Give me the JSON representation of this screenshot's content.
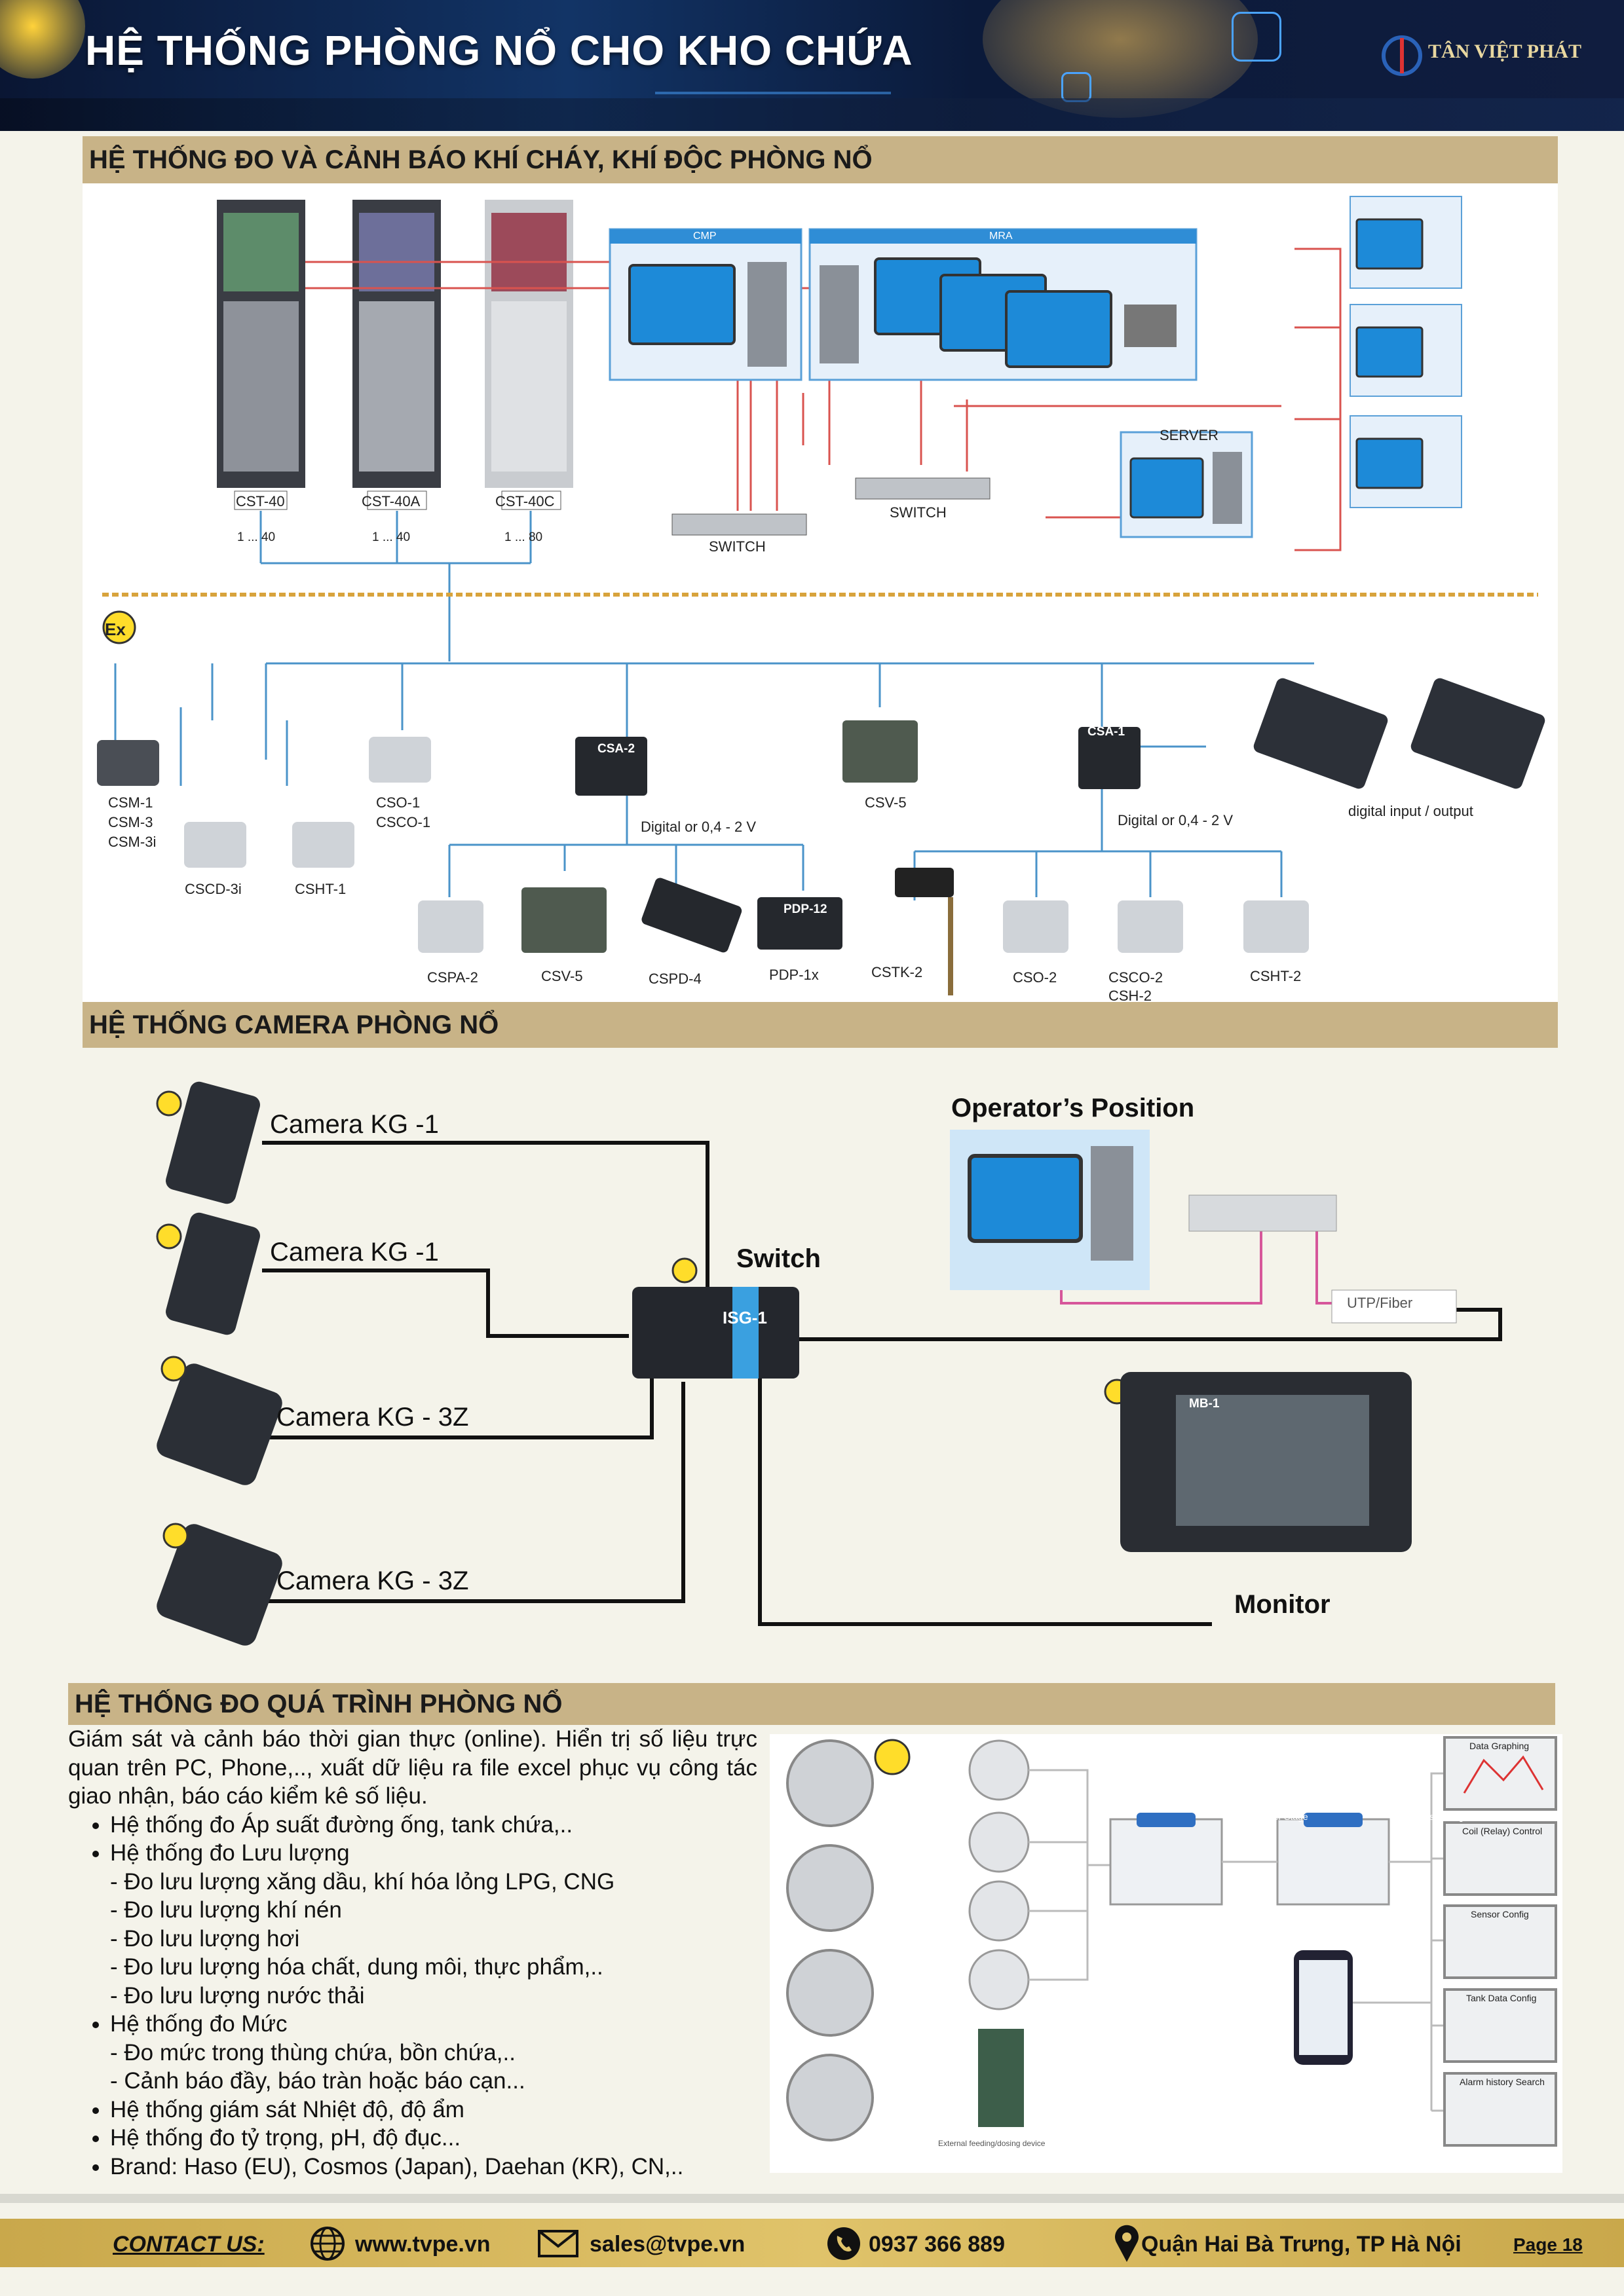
{
  "header": {
    "title": "HỆ THỐNG PHÒNG NỔ CHO KHO CHỨA",
    "brand": "TÂN VIỆT PHÁT"
  },
  "section1": {
    "title": "HỆ THỐNG ĐO VÀ CẢNH BÁO KHÍ CHÁY, KHÍ ĐỘC PHÒNG NỔ",
    "cabinets": [
      {
        "name": "CST-40",
        "range": "1 ... 40"
      },
      {
        "name": "CST-40A",
        "range": "1 ... 40"
      },
      {
        "name": "CST-40C",
        "range": "1 ... 80"
      }
    ],
    "cmp": "CMP",
    "mra": "MRA",
    "server": "SERVER",
    "switch1": "SWITCH",
    "switch2": "SWITCH",
    "ex": "Ex",
    "devices_top": [
      "CSM-1",
      "CSM-3",
      "CSM-3i",
      "CSO-1",
      "CSCO-1",
      "CSCD-3i",
      "CSHT-1",
      "CSA-2",
      "CSV-5",
      "CSA-1"
    ],
    "digital1": "Digital or 0,4 - 2 V",
    "digital2": "Digital or 0,4 - 2 V",
    "digital_io": "digital input / output",
    "devices_bottom": [
      "CSPA-2",
      "CSV-5",
      "CSPD-4",
      "PDP-1x",
      "CSTK-2",
      "CSO-2",
      "CSCO-2",
      "CSH-2",
      "CSHT-2"
    ],
    "pdp_tag": "PDP-12"
  },
  "section2": {
    "title": "HỆ THỐNG CAMERA PHÒNG NỔ",
    "cameras": [
      "Camera KG -1",
      "Camera KG -1",
      "Camera KG - 3Z",
      "Camera KG - 3Z"
    ],
    "operator": "Operator’s Position",
    "switch": "Switch",
    "isg": "ISG-1",
    "utp": "UTP/Fiber",
    "monitor": "Monitor",
    "monitor_tag": "MB-1"
  },
  "section3": {
    "title": "HỆ THỐNG ĐO QUÁ TRÌNH PHÒNG NỔ",
    "intro": "Giám sát và cảnh báo thời gian thực (online). Hiển trị số liệu trực quan trên PC, Phone,.., xuất dữ liệu ra file excel phục vụ công tác giao nhận, báo cáo kiểm kê số liệu.",
    "bullets": [
      {
        "text": "Hệ thống đo Áp suất đường ống, tank chứa,..",
        "sub": []
      },
      {
        "text": "Hệ thống đo Lưu lượng",
        "sub": [
          "- Đo lưu lượng xăng dầu, khí hóa lỏng LPG, CNG",
          "- Đo lưu lượng khí nén",
          "- Đo lưu lượng hơi",
          "- Đo lưu lượng hóa chất, dung môi, thực phẩm,..",
          "- Đo lưu lượng nước thải"
        ]
      },
      {
        "text": "Hệ thống đo Mức",
        "sub": [
          "- Đo mức trong thùng chứa, bồn chứa,..",
          "- Cảnh báo đầy, báo tràn hoặc báo cạn..."
        ]
      },
      {
        "text": "Hệ thống giám sát Nhiệt độ, độ ẩm",
        "sub": []
      },
      {
        "text": "Hệ thống đo tỷ trọng, pH, độ đục...",
        "sub": []
      },
      {
        "text": "Brand: Haso (EU), Cosmos (Japan), Daehan (KR), CN,..",
        "sub": []
      }
    ],
    "diagram": {
      "server_stage": "Server Stage",
      "user_stage": "User Stage",
      "right_boxes": [
        "Data Graphing",
        "Coil (Relay) Control",
        "Sensor Config",
        "Tank Data Config",
        "Alarm history Search"
      ],
      "device_note": "External feeding/dosing device"
    }
  },
  "footer": {
    "contact": "CONTACT US:",
    "web": "www.tvpe.vn",
    "email": "sales@tvpe.vn",
    "phone": "0937 366 889",
    "address": "Quận Hai Bà Trưng, TP Hà Nội",
    "page": "Page 18"
  }
}
